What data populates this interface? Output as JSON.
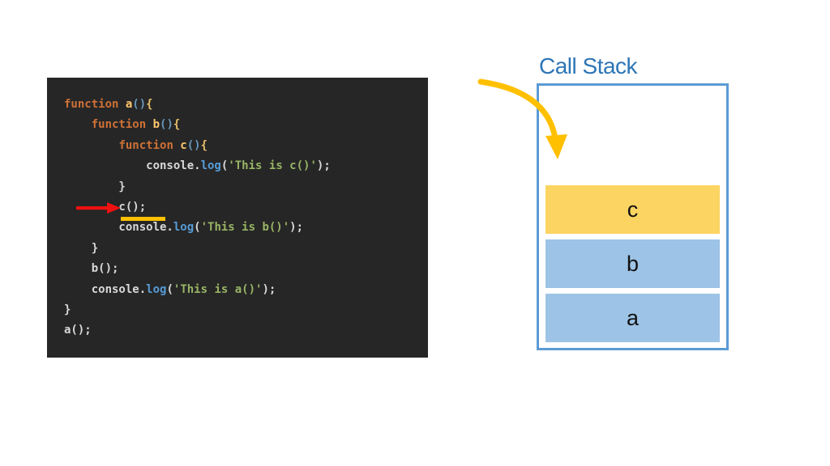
{
  "palette": {
    "code_bg": "#262626",
    "keyword": "#CE7136",
    "fname": "#FFC66D",
    "paren": "#6897BB",
    "brace": "#E8BF6A",
    "plain": "#D8D8D8",
    "method": "#569CD6",
    "string": "#98B465",
    "red_arrow": "#EE1111",
    "gold": "#FFC000",
    "stack_border": "#5B9BD5",
    "title_blue": "#2E75B6",
    "frame_yellow": "#FCD462",
    "frame_blue": "#9DC3E6",
    "frame_text": "#111111"
  },
  "code_panel": {
    "lines": [
      [
        {
          "t": "function ",
          "c": "keyword"
        },
        {
          "t": "a",
          "c": "fname"
        },
        {
          "t": "()",
          "c": "paren"
        },
        {
          "t": "{",
          "c": "brace"
        }
      ],
      [
        {
          "t": "    ",
          "c": "plain"
        },
        {
          "t": "function ",
          "c": "keyword"
        },
        {
          "t": "b",
          "c": "fname"
        },
        {
          "t": "()",
          "c": "paren"
        },
        {
          "t": "{",
          "c": "brace"
        }
      ],
      [
        {
          "t": "        ",
          "c": "plain"
        },
        {
          "t": "function ",
          "c": "keyword"
        },
        {
          "t": "c",
          "c": "fname"
        },
        {
          "t": "()",
          "c": "paren"
        },
        {
          "t": "{",
          "c": "brace"
        }
      ],
      [
        {
          "t": "            console.",
          "c": "plain"
        },
        {
          "t": "log",
          "c": "method"
        },
        {
          "t": "(",
          "c": "plain"
        },
        {
          "t": "'This is c()'",
          "c": "string"
        },
        {
          "t": ");",
          "c": "plain"
        }
      ],
      [
        {
          "t": "        }",
          "c": "plain"
        }
      ],
      [
        {
          "t": "        c();",
          "c": "plain"
        }
      ],
      [
        {
          "t": "        console.",
          "c": "plain"
        },
        {
          "t": "log",
          "c": "method"
        },
        {
          "t": "(",
          "c": "plain"
        },
        {
          "t": "'This is b()'",
          "c": "string"
        },
        {
          "t": ");",
          "c": "plain"
        }
      ],
      [
        {
          "t": "    }",
          "c": "plain"
        }
      ],
      [
        {
          "t": "    b();",
          "c": "plain"
        }
      ],
      [
        {
          "t": "    console.",
          "c": "plain"
        },
        {
          "t": "log",
          "c": "method"
        },
        {
          "t": "(",
          "c": "plain"
        },
        {
          "t": "'This is a()'",
          "c": "string"
        },
        {
          "t": ");",
          "c": "plain"
        }
      ],
      [
        {
          "t": "}",
          "c": "plain"
        }
      ],
      [
        {
          "t": "a();",
          "c": "plain"
        }
      ]
    ]
  },
  "annotations": {
    "red_arrow_icon": "red-arrow-right",
    "underline_icon": "gold-underline",
    "push_arrow_icon": "curved-arrow-down"
  },
  "call_stack": {
    "title": "Call Stack",
    "frames": [
      {
        "label": "c",
        "color": "yellow"
      },
      {
        "label": "b",
        "color": "blue"
      },
      {
        "label": "a",
        "color": "blue"
      }
    ]
  }
}
